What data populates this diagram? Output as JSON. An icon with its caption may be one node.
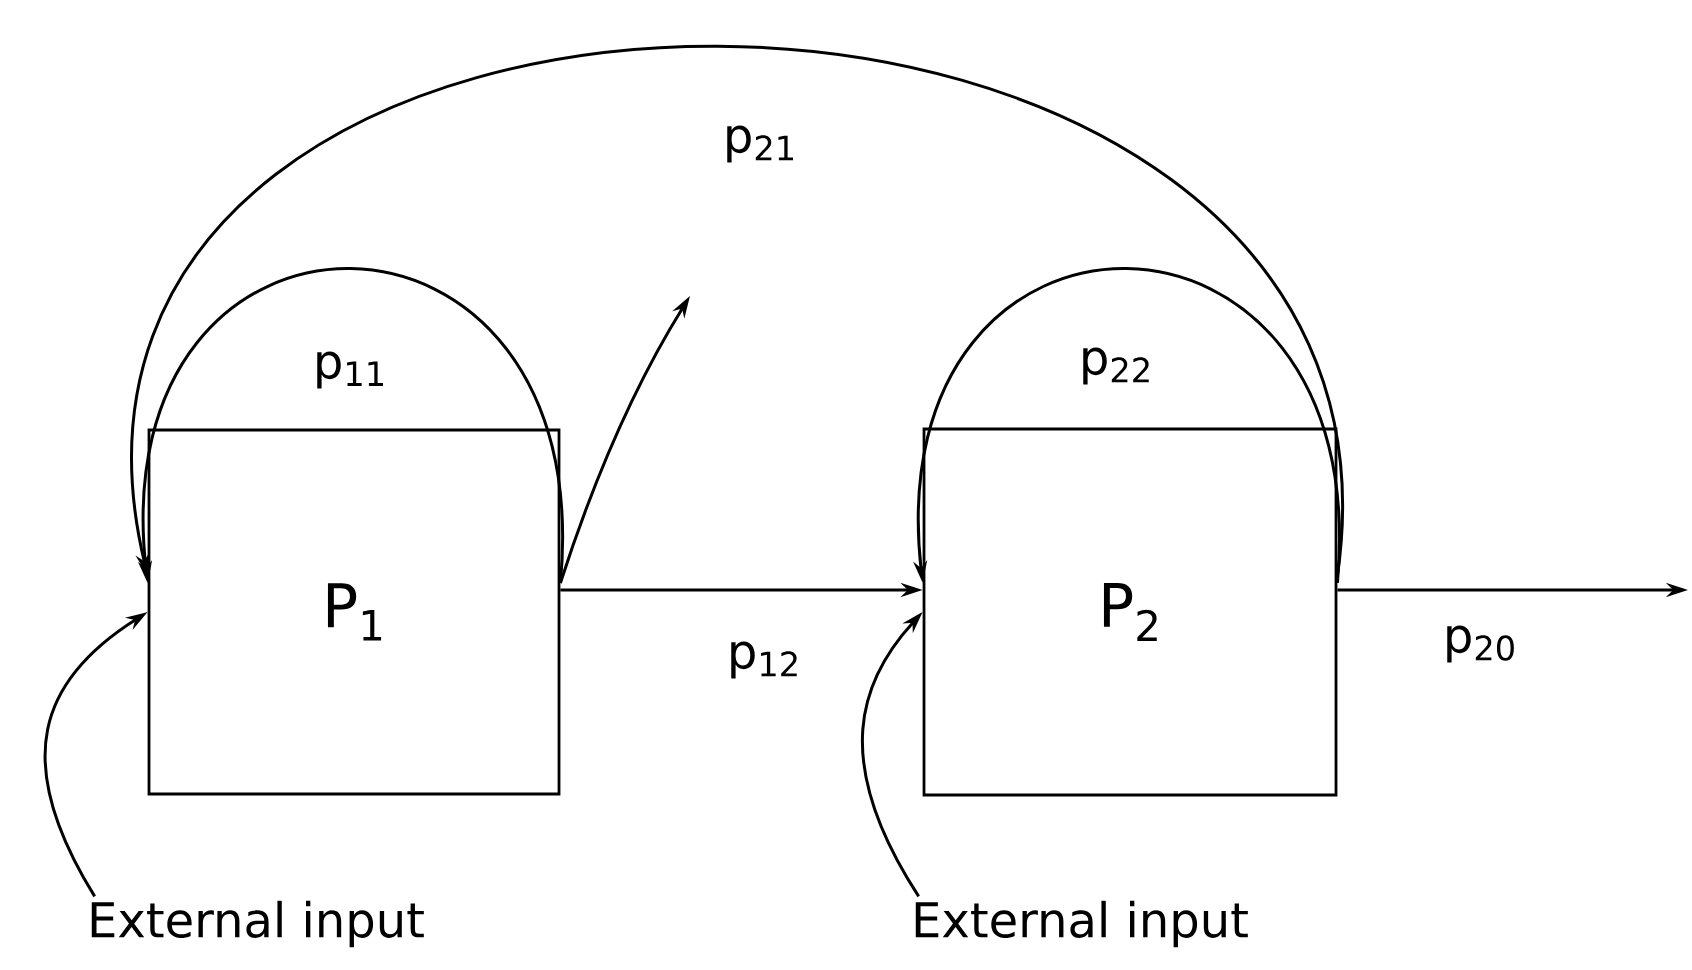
{
  "diagram": {
    "nodes": [
      {
        "text": [
          "P$_{1}$"
        ]
      },
      {
        "text": [
          "P$_{2}$"
        ]
      },
      {
        "text": [
          "External input"
        ]
      },
      {
        "text": [
          "External input"
        ]
      }
    ],
    "edges": [
      {
        "from": 0,
        "to": 0,
        "arrow": "to",
        "label": "p$_{11}$"
      },
      {
        "from": 0,
        "to": null,
        "arrow": "to"
      },
      {
        "from": 0,
        "to": 1,
        "arrow": "to",
        "label": "p$_{12}$"
      },
      {
        "from": 1,
        "to": 1,
        "arrow": "to",
        "label": "p$_{22}$"
      },
      {
        "from": 1,
        "to": 0,
        "arrow": "to",
        "label": "p$_{21}$"
      },
      {
        "from": 1,
        "to": null,
        "arrow": "to",
        "label": "p$_{20}$"
      },
      {
        "from": 2,
        "to": 0,
        "arrow": "to"
      },
      {
        "from": 3,
        "to": 1,
        "arrow": "to"
      }
    ]
  }
}
